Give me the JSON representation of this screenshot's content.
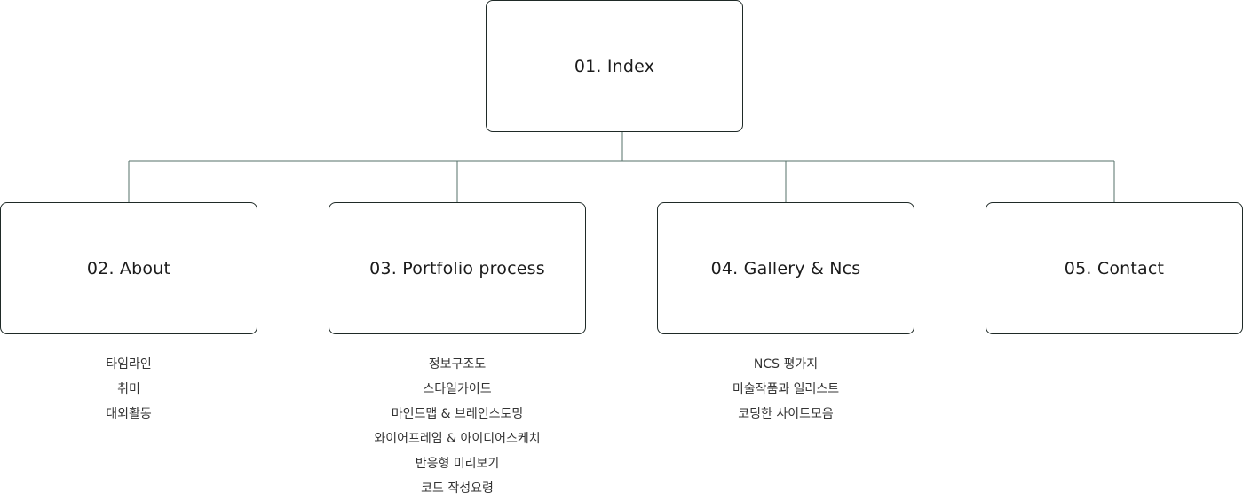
{
  "nodes": {
    "index": "01. Index",
    "about": "02. About",
    "portfolio": "03. Portfolio process",
    "gallery": "04. Gallery & Ncs",
    "contact": "05. Contact"
  },
  "children": {
    "about": [
      "타임라인",
      "취미",
      "대외활동"
    ],
    "portfolio": [
      "정보구조도",
      "스타일가이드",
      "마인드맵 & 브레인스토밍",
      "와이어프레임 & 아이디어스케치",
      "반응형 미리보기",
      "코드 작성요령"
    ],
    "gallery": [
      "NCS 평가지",
      "미술작품과 일러스트",
      "코딩한 사이트모음"
    ]
  },
  "colors": {
    "connector": "#56706a",
    "border": "#1f2a27",
    "text": "#1b1b1b"
  }
}
